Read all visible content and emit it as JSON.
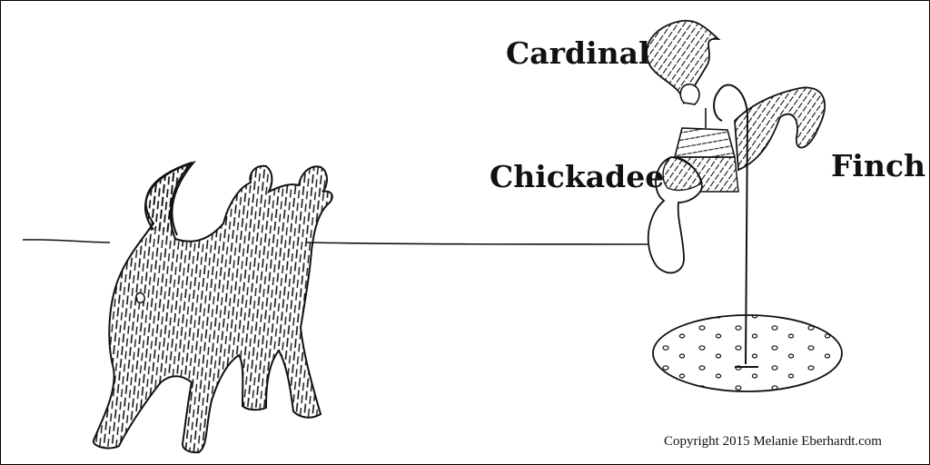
{
  "labels": {
    "cardinal": "Cardinal",
    "chickadee": "Chickadee",
    "finch": "Finch"
  },
  "copyright": "Copyright 2015 Melanie Eberhardt.com",
  "colors": {
    "ink": "#111111",
    "paper": "#ffffff"
  }
}
